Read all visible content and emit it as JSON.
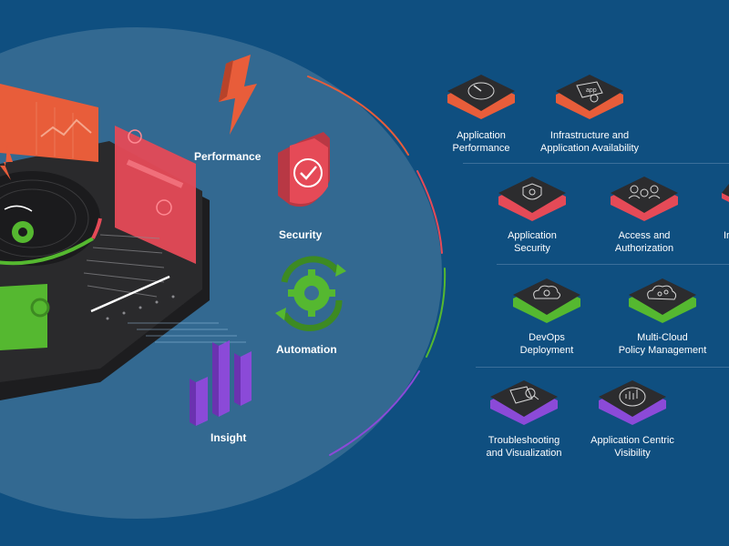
{
  "colors": {
    "background": "#0f4f80",
    "oval": "#3a6d94",
    "performance": "#e85d3a",
    "security": "#e54a57",
    "automation": "#55b830",
    "insight": "#8b4ad8",
    "tile_face": "#2c2c2e"
  },
  "pillars": {
    "performance": {
      "label": "Performance",
      "icon": "lightning-icon"
    },
    "security": {
      "label": "Security",
      "icon": "shield-check-icon"
    },
    "automation": {
      "label": "Automation",
      "icon": "gear-cycle-icon"
    },
    "insight": {
      "label": "Insight",
      "icon": "bar-chart-icon"
    }
  },
  "tiles": {
    "application_performance": {
      "line1": "Application",
      "line2": "Performance",
      "icon": "gauge-icon",
      "accent": "#e85d3a"
    },
    "infrastructure_availability": {
      "line1": "Infrastructure and",
      "line2": "Application Availability",
      "icon": "app-window-icon",
      "accent": "#e85d3a"
    },
    "application_security": {
      "line1": "Application",
      "line2": "Security",
      "icon": "shield-icon",
      "accent": "#e54a57"
    },
    "access_authorization": {
      "line1": "Access and",
      "line2": "Authorization",
      "icon": "users-icon",
      "accent": "#e54a57"
    },
    "partial_security": {
      "line1": "In",
      "line2": "",
      "icon": "partial-icon",
      "accent": "#e54a57"
    },
    "devops_deployment": {
      "line1": "DevOps",
      "line2": "Deployment",
      "icon": "cloud-gear-icon",
      "accent": "#55b830"
    },
    "multicloud_policy": {
      "line1": "Multi-Cloud",
      "line2": "Policy Management",
      "icon": "cloud-network-icon",
      "accent": "#55b830"
    },
    "troubleshooting_visualization": {
      "line1": "Troubleshooting",
      "line2": "and Visualization",
      "icon": "magnifier-chart-icon",
      "accent": "#8b4ad8"
    },
    "app_centric_visibility": {
      "line1": "Application Centric",
      "line2": "Visibility",
      "icon": "chart-circle-icon",
      "accent": "#8b4ad8"
    }
  }
}
